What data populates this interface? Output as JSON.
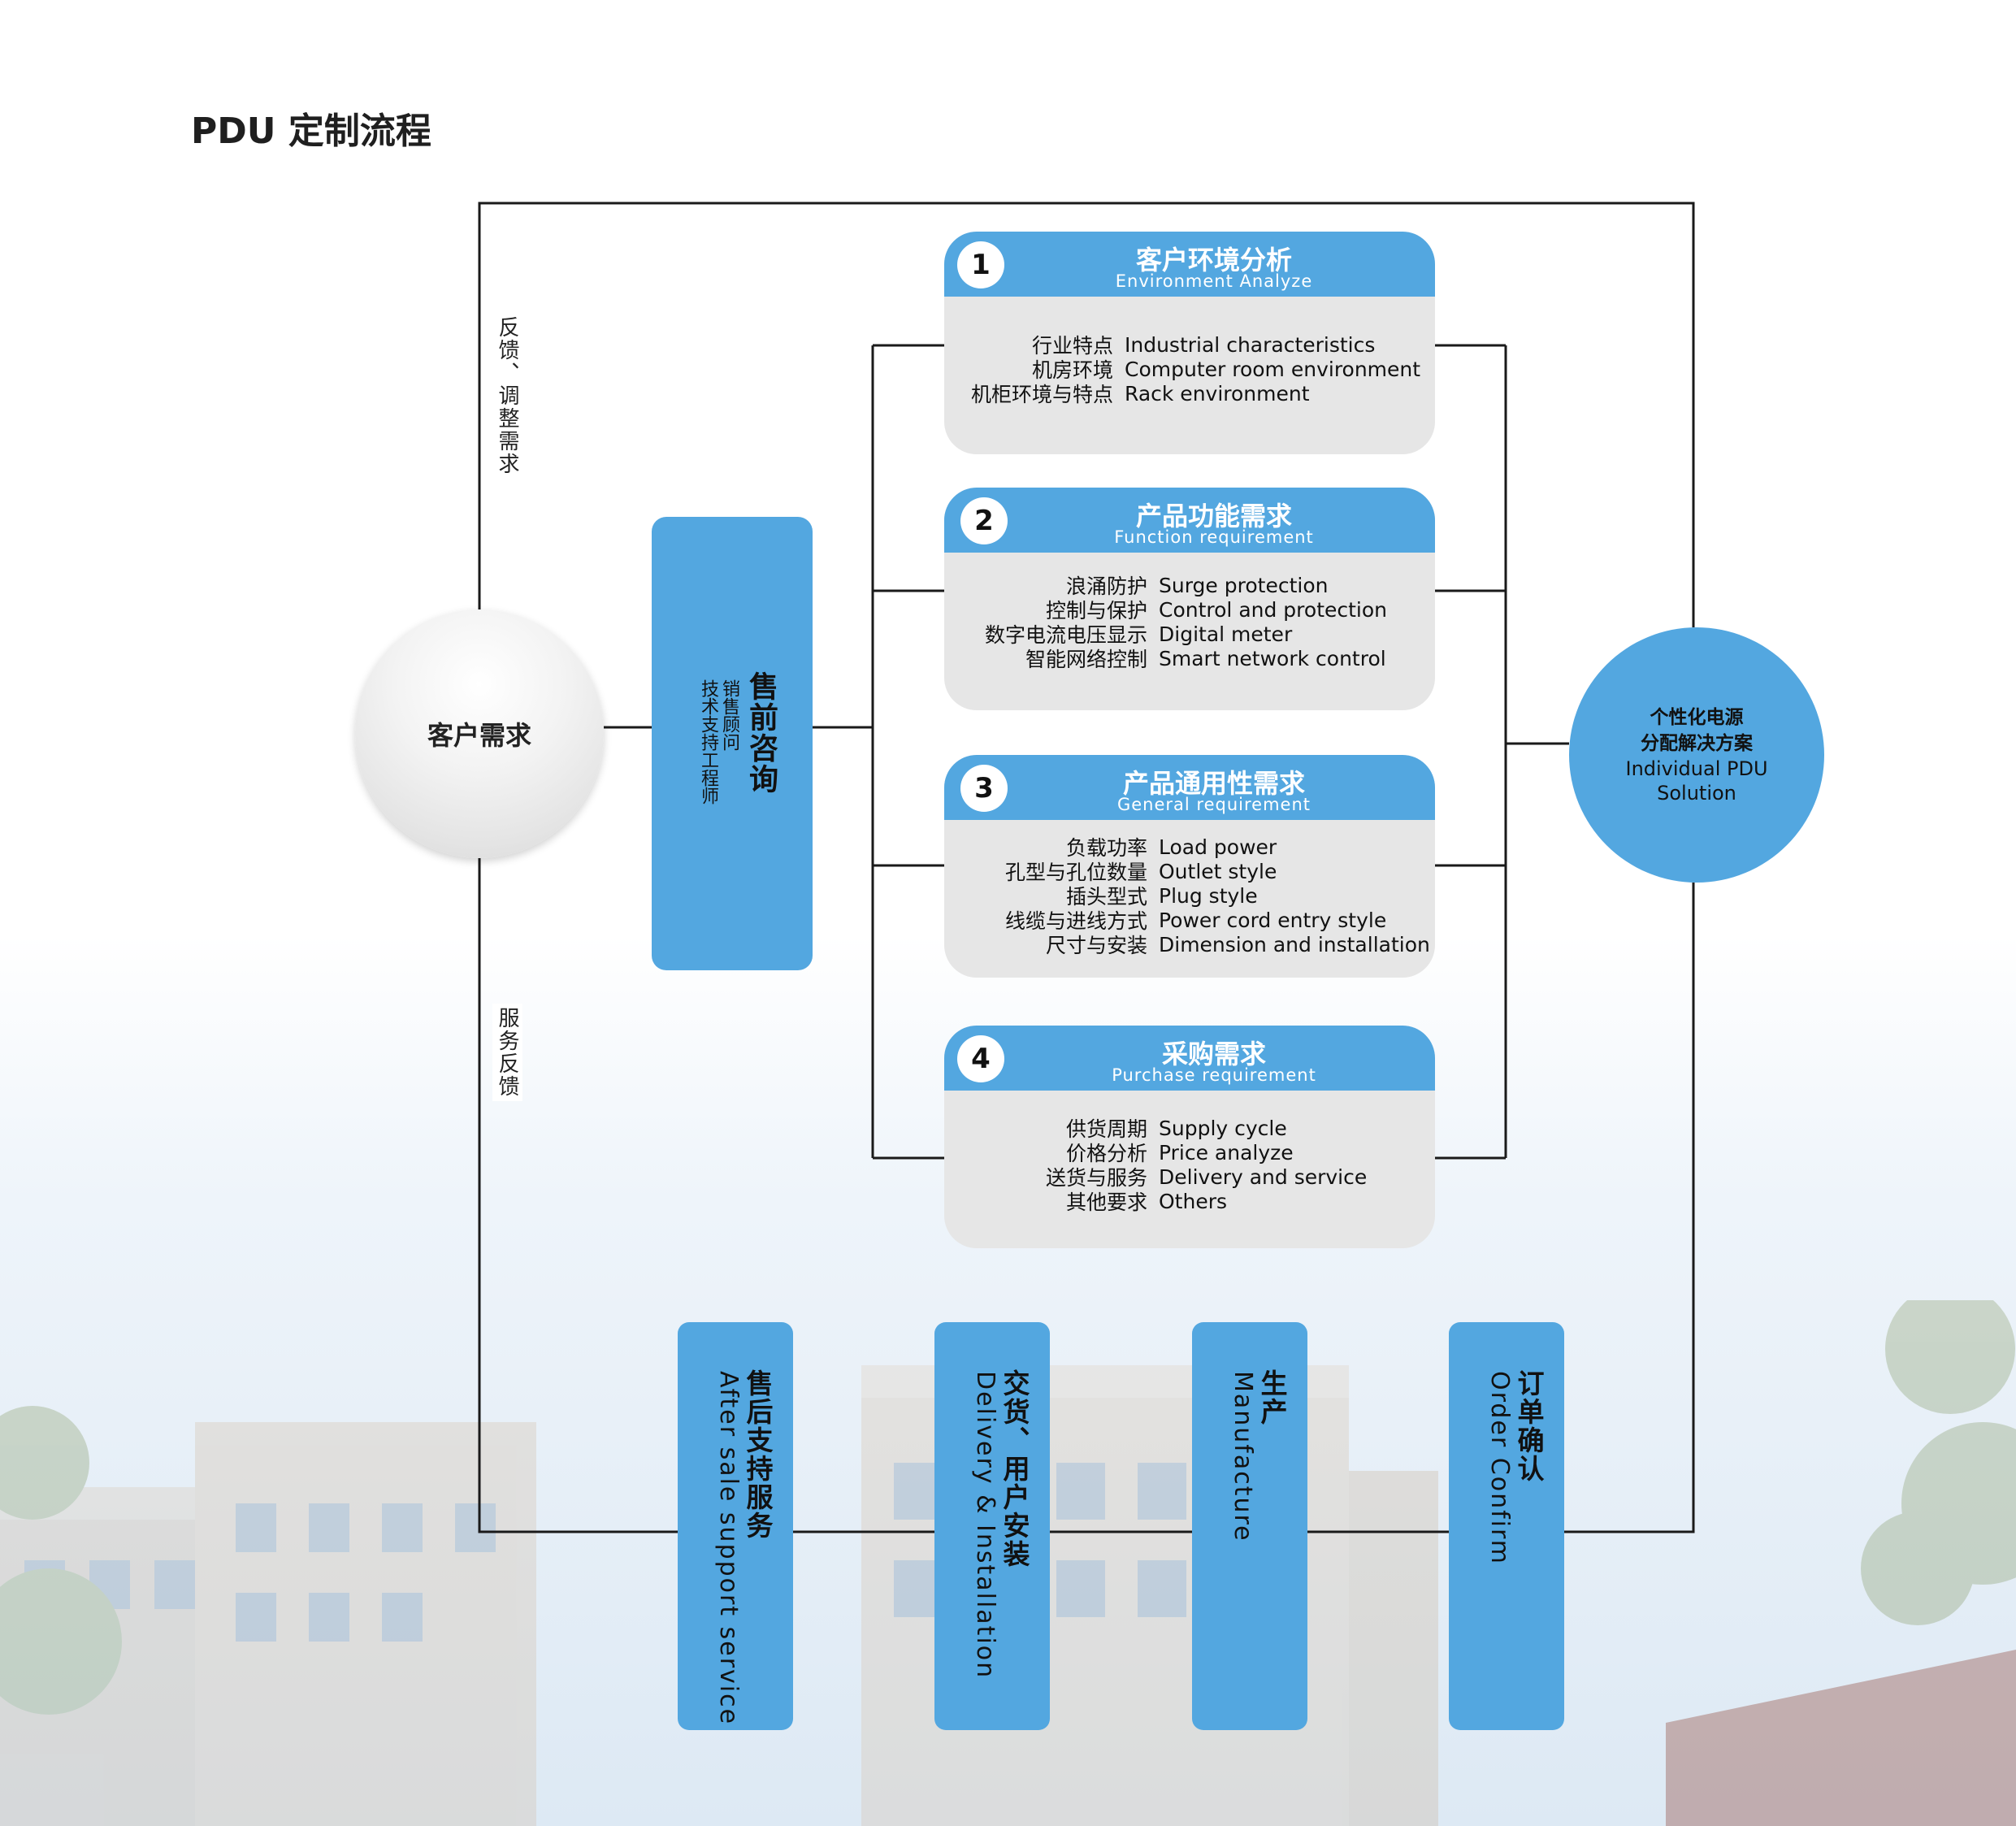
{
  "title": "PDU 定制流程",
  "loop": {
    "feedback_label": "反馈、调整需求",
    "service_label": "服务反馈"
  },
  "customer": {
    "label": "客户需求"
  },
  "presale": {
    "title": "售前咨询",
    "sub1": "销售顾问",
    "sub2": "技术支持工程师"
  },
  "cards": [
    {
      "number": "1",
      "title_cn": "客户环境分析",
      "title_en": "Environment Analyze",
      "items": [
        {
          "cn": "行业特点",
          "en": "Industrial characteristics"
        },
        {
          "cn": "机房环境",
          "en": "Computer room environment"
        },
        {
          "cn": "机柜环境与特点",
          "en": "Rack environment"
        }
      ]
    },
    {
      "number": "2",
      "title_cn": "产品功能需求",
      "title_en": "Function requirement",
      "items": [
        {
          "cn": "浪涌防护",
          "en": "Surge protection"
        },
        {
          "cn": "控制与保护",
          "en": "Control and protection"
        },
        {
          "cn": "数字电流电压显示",
          "en": "Digital meter"
        },
        {
          "cn": "智能网络控制",
          "en": "Smart network control"
        }
      ]
    },
    {
      "number": "3",
      "title_cn": "产品通用性需求",
      "title_en": "General requirement",
      "items": [
        {
          "cn": "负载功率",
          "en": "Load power"
        },
        {
          "cn": "孔型与孔位数量",
          "en": "Outlet style"
        },
        {
          "cn": "插头型式",
          "en": "Plug style"
        },
        {
          "cn": "线缆与进线方式",
          "en": "Power cord entry style"
        },
        {
          "cn": "尺寸与安装",
          "en": "Dimension and installation"
        }
      ]
    },
    {
      "number": "4",
      "title_cn": "采购需求",
      "title_en": "Purchase requirement",
      "items": [
        {
          "cn": "供货周期",
          "en": "Supply cycle"
        },
        {
          "cn": "价格分析",
          "en": "Price analyze"
        },
        {
          "cn": "送货与服务",
          "en": "Delivery and service"
        },
        {
          "cn": "其他要求",
          "en": "Others"
        }
      ]
    }
  ],
  "solution": {
    "cn1": "个性化电源",
    "cn2": "分配解决方案",
    "en1": "Individual PDU",
    "en2": "Solution"
  },
  "stages": [
    {
      "cn": "售后支持服务",
      "en": "After sale support service"
    },
    {
      "cn": "交货、用户安装",
      "en": "Delivery & Installation"
    },
    {
      "cn": "生产",
      "en": "Manufacture"
    },
    {
      "cn": "订单确认",
      "en": "Order Confirm"
    }
  ],
  "colors": {
    "accent": "#53a7e0",
    "card_bg": "#e6e6e6",
    "line": "#1a1a1a"
  }
}
